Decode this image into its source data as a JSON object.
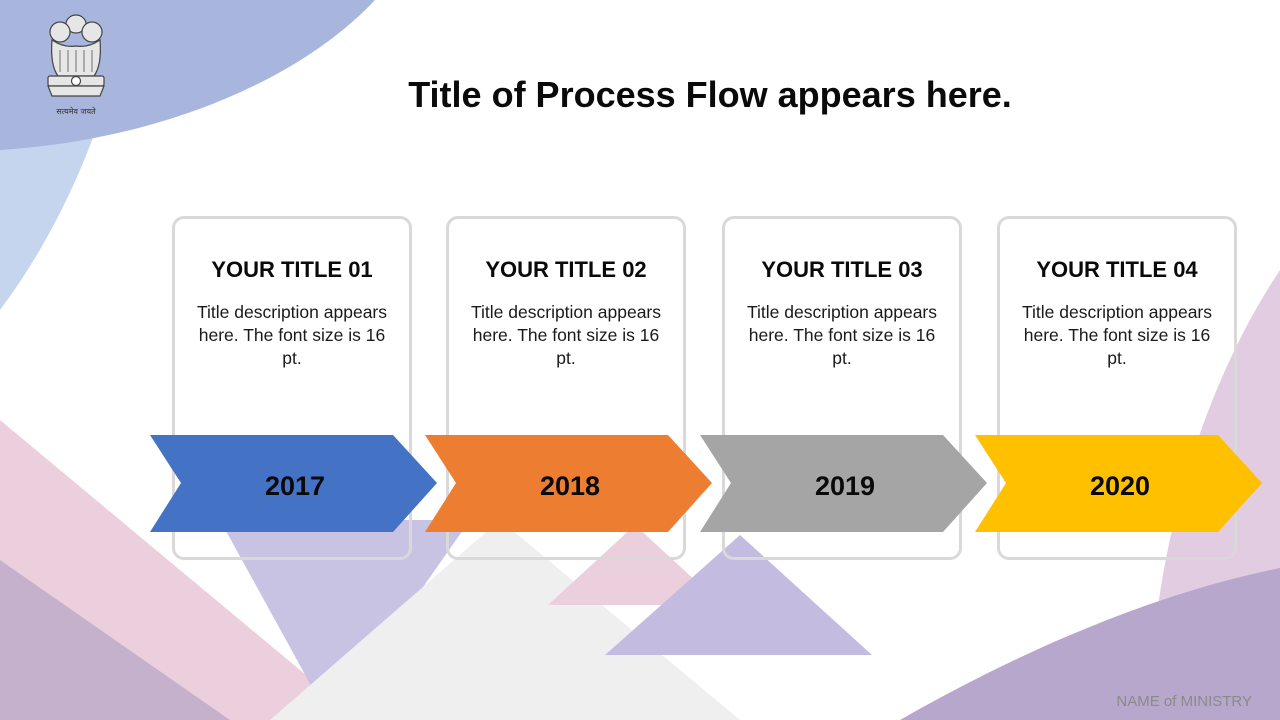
{
  "title": "Title of Process Flow appears here.",
  "emblem": {
    "motto": "सत्यमेव जयते"
  },
  "steps": [
    {
      "title": "YOUR TITLE 01",
      "description": "Title description appears here. The font size is 16 pt.",
      "year": "2017",
      "color": "#4472C4"
    },
    {
      "title": "YOUR TITLE 02",
      "description": "Title description appears here. The font size is 16 pt.",
      "year": "2018",
      "color": "#ED7D31"
    },
    {
      "title": "YOUR TITLE 03",
      "description": "Title description appears here. The font size is 16 pt.",
      "year": "2019",
      "color": "#A5A5A5"
    },
    {
      "title": "YOUR TITLE 04",
      "description": "Title description appears here. The font size is 16 pt.",
      "year": "2020",
      "color": "#FFC000"
    }
  ],
  "footer": "NAME of MINISTRY"
}
